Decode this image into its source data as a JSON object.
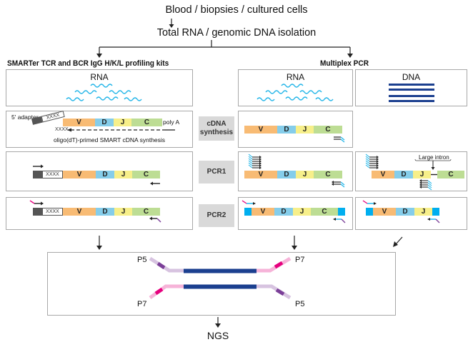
{
  "header": {
    "source": "Blood / biopsies / cultured cells",
    "isolation": "Total RNA / genomic DNA isolation"
  },
  "left_branch": {
    "title": "SMARTer TCR and BCR IgG H/K/L profiling kits",
    "rna_label": "RNA"
  },
  "right_branch": {
    "title": "Multiplex PCR",
    "rna_label": "RNA",
    "dna_label": "DNA"
  },
  "steps": [
    {
      "label_line1": "cDNA",
      "label_line2": "synthesis"
    },
    {
      "label_line1": "PCR1",
      "label_line2": ""
    },
    {
      "label_line1": "PCR2",
      "label_line2": ""
    }
  ],
  "segments": {
    "v": "V",
    "d": "D",
    "j": "J",
    "c": "C",
    "placeholder": "XXXX"
  },
  "annotations": {
    "five_prime_adapter": "5' adapter",
    "poly_a": "poly A",
    "smart_synthesis": "oligo(dT)-primed SMART cDNA synthesis",
    "large_intron": "Large intron"
  },
  "library": {
    "p5_top_left": "P5",
    "p7_bottom_left": "P7",
    "p7_top_right": "P7",
    "p5_bottom_right": "P5"
  },
  "footer": {
    "output": "NGS"
  },
  "colors": {
    "v": "#f8bb74",
    "d": "#85cdea",
    "j": "#f7ef8a",
    "c": "#bddd94",
    "rna_wave": "#22b5e8",
    "dna": "#1b3f8f",
    "adapter": "#00aeef",
    "p5_light": "#d7c3e0",
    "p5_dark": "#7b3f98",
    "p7_light": "#f6b3d8",
    "p7_dark": "#e6007e",
    "step_box": "#d9d9d9"
  }
}
